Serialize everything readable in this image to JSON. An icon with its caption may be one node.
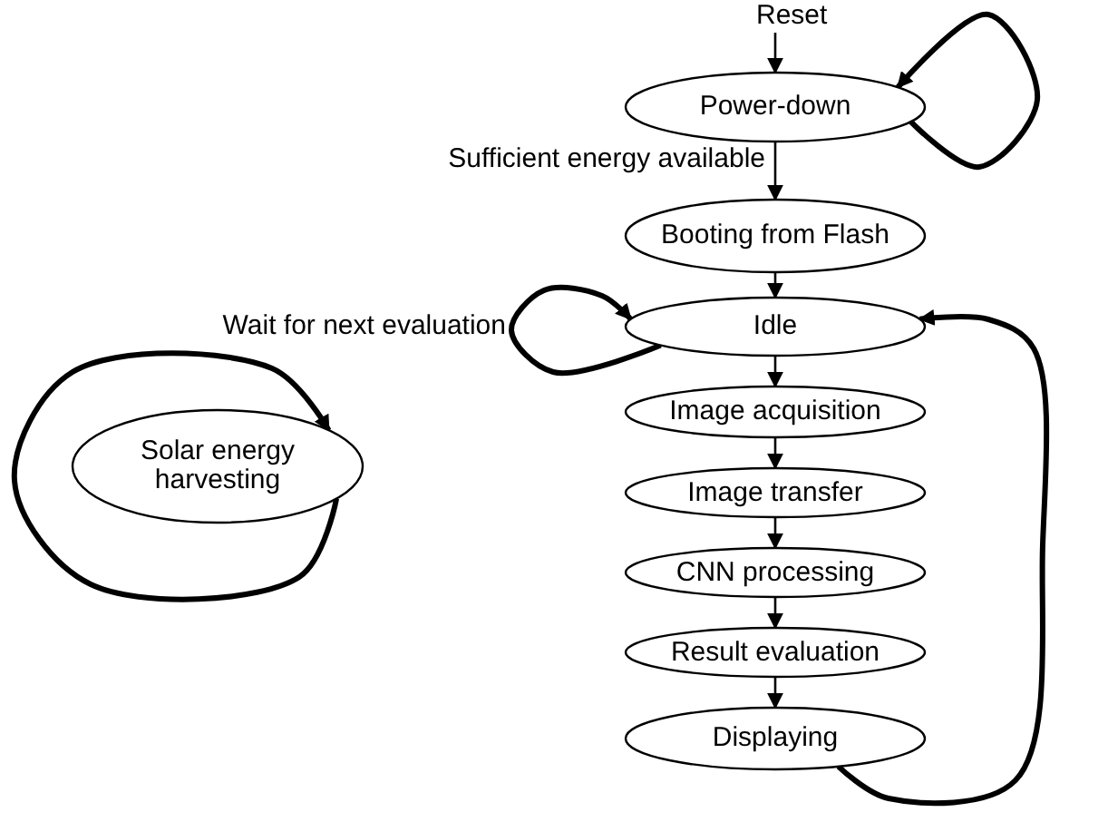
{
  "diagram": {
    "nodes": [
      {
        "text": [
          "Reset"
        ]
      },
      {
        "text": [
          "Power-down"
        ]
      },
      {
        "text": [
          "Booting from Flash"
        ]
      },
      {
        "text": [
          "Idle"
        ]
      },
      {
        "text": [
          "Image acquisition"
        ]
      },
      {
        "text": [
          "Image transfer"
        ]
      },
      {
        "text": [
          "CNN processing"
        ]
      },
      {
        "text": [
          "Result evaluation"
        ]
      },
      {
        "text": [
          "Displaying"
        ]
      },
      {
        "text": [
          "Solar energy harvesting"
        ]
      }
    ],
    "edges": [
      {
        "from": 0,
        "to": 1,
        "arrow": "to"
      },
      {
        "from": 1,
        "to": 1,
        "arrow": "to",
        "style": "thick"
      },
      {
        "from": 1,
        "to": 2,
        "arrow": "to",
        "label": "Sufficient energy available"
      },
      {
        "from": 2,
        "to": 3,
        "arrow": "to"
      },
      {
        "from": 3,
        "to": 3,
        "arrow": "to",
        "style": "thick",
        "label": "Wait for next evaluation"
      },
      {
        "from": 3,
        "to": 4,
        "arrow": "to"
      },
      {
        "from": 4,
        "to": 5,
        "arrow": "to"
      },
      {
        "from": 5,
        "to": 6,
        "arrow": "to"
      },
      {
        "from": 6,
        "to": 7,
        "arrow": "to"
      },
      {
        "from": 7,
        "to": 8,
        "arrow": "to"
      },
      {
        "from": 8,
        "to": 3,
        "arrow": "to",
        "style": "thick"
      },
      {
        "from": 9,
        "to": 9,
        "arrow": "to",
        "style": "thick"
      }
    ]
  }
}
